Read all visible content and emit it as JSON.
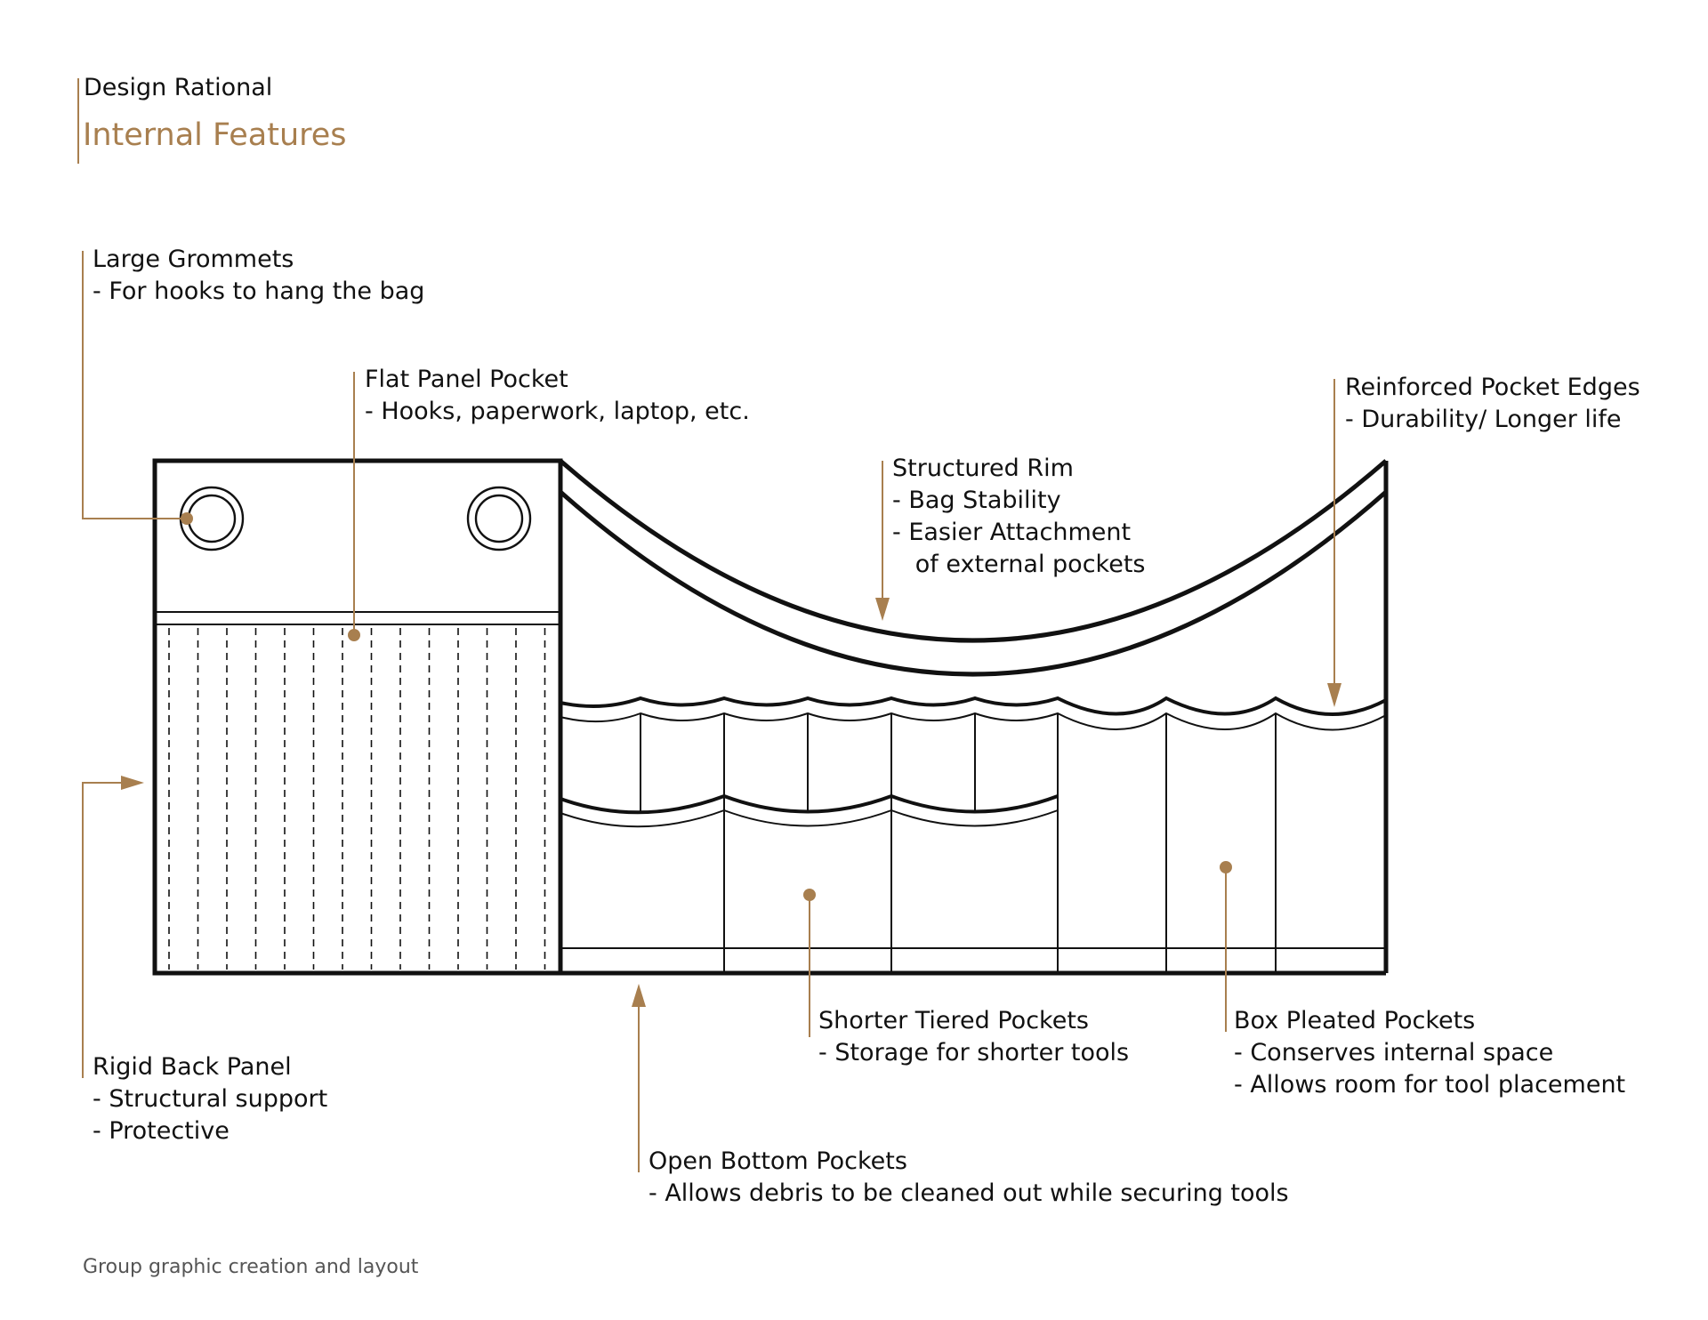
{
  "header": {
    "title": "Design Rational",
    "subtitle": "Internal Features"
  },
  "labels": {
    "grommets": {
      "title": "Large Grommets",
      "lines": [
        "- For hooks to hang the bag"
      ]
    },
    "flat_panel": {
      "title": "Flat Panel Pocket",
      "lines": [
        "- Hooks, paperwork, laptop, etc."
      ]
    },
    "reinforced": {
      "title": "Reinforced Pocket Edges",
      "lines": [
        "- Durability/ Longer life"
      ]
    },
    "rim": {
      "title": "Structured Rim",
      "lines": [
        "- Bag Stability",
        "- Easier Attachment",
        "   of external pockets"
      ]
    },
    "back_panel": {
      "title": "Rigid Back Panel",
      "lines": [
        "- Structural support",
        "- Protective"
      ]
    },
    "tiered": {
      "title": "Shorter Tiered Pockets",
      "lines": [
        "- Storage for shorter tools"
      ]
    },
    "box_pleated": {
      "title": "Box Pleated Pockets",
      "lines": [
        "- Conserves internal space",
        "- Allows room for tool placement"
      ]
    },
    "open_bottom": {
      "title": "Open Bottom Pockets",
      "lines": [
        "- Allows debris to be cleaned out while securing tools"
      ]
    }
  },
  "footer": "Group graphic creation and layout",
  "colors": {
    "accent": "#a87f4f",
    "ink": "#111111"
  }
}
